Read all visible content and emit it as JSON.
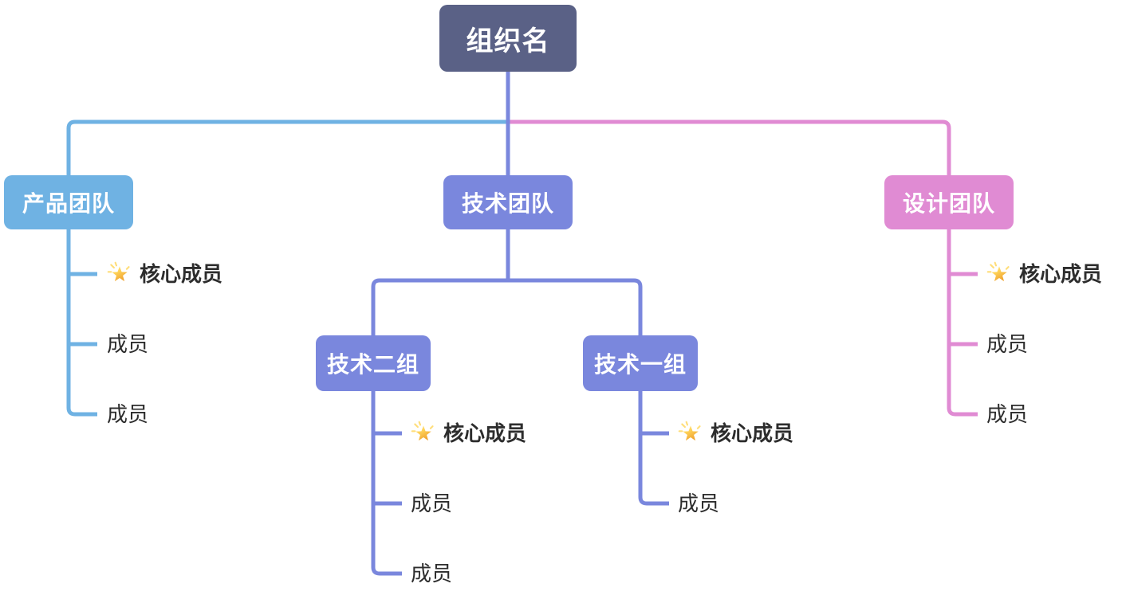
{
  "colors": {
    "root_bg": "#5A6186",
    "blue": "#6FB2E3",
    "purple": "#7A87DD",
    "pink": "#E08BD3",
    "node_text": "#FFFFFF",
    "member_text": "#2D2D2D",
    "star_gold": "#F0A32F"
  },
  "root": {
    "label": "组织名"
  },
  "teams": {
    "product": {
      "label": "产品团队",
      "members": [
        {
          "label": "核心成员",
          "core": true,
          "icon": "glowing-star"
        },
        {
          "label": "成员",
          "core": false
        },
        {
          "label": "成员",
          "core": false
        }
      ]
    },
    "tech": {
      "label": "技术团队",
      "groups": [
        {
          "label": "技术二组",
          "members": [
            {
              "label": "核心成员",
              "core": true,
              "icon": "glowing-star"
            },
            {
              "label": "成员",
              "core": false
            },
            {
              "label": "成员",
              "core": false
            }
          ]
        },
        {
          "label": "技术一组",
          "members": [
            {
              "label": "核心成员",
              "core": true,
              "icon": "glowing-star"
            },
            {
              "label": "成员",
              "core": false
            }
          ]
        }
      ]
    },
    "design": {
      "label": "设计团队",
      "members": [
        {
          "label": "核心成员",
          "core": true,
          "icon": "glowing-star"
        },
        {
          "label": "成员",
          "core": false
        },
        {
          "label": "成员",
          "core": false
        }
      ]
    }
  }
}
